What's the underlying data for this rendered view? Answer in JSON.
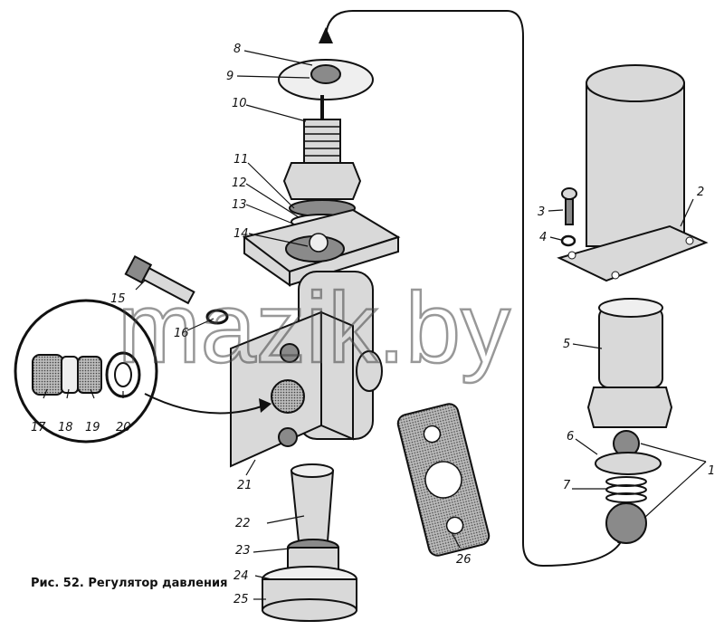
{
  "caption": "Рис. 52. Регулятор давления",
  "watermark": "mazik.by",
  "callouts": [
    "1",
    "2",
    "3",
    "4",
    "5",
    "6",
    "7",
    "8",
    "9",
    "10",
    "11",
    "12",
    "13",
    "14",
    "15",
    "16",
    "17",
    "18",
    "19",
    "20",
    "21",
    "22",
    "23",
    "24",
    "25",
    "26"
  ],
  "colors": {
    "ink": "#111111",
    "paper": "#ffffff",
    "stipple": "#d9d9d9"
  }
}
